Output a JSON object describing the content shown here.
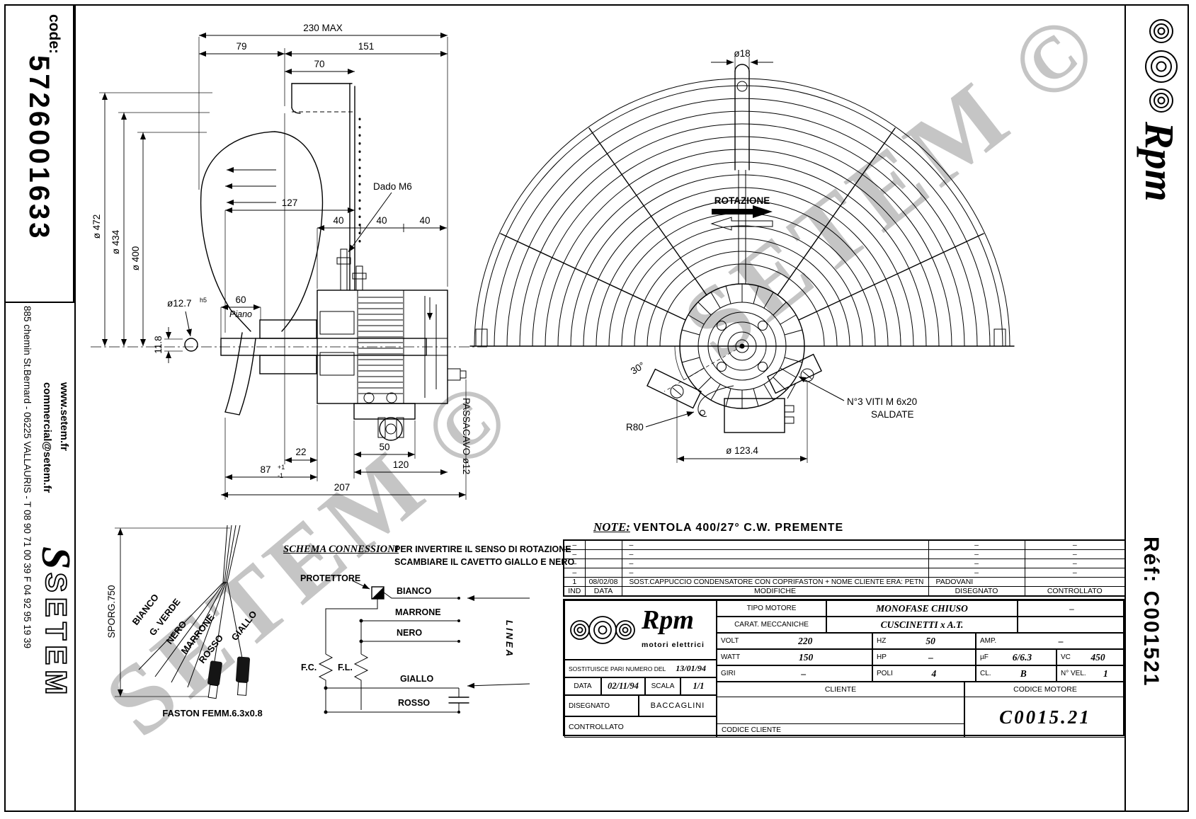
{
  "sidebar_left": {
    "code_label": "code:",
    "code_value": "5726001633",
    "email": "commercial@setem.fr",
    "website": "www.setem.fr",
    "address": "885 chemin St.Bernard  -  06225 VALLAURIS  -  T 08 90 71 00 39   F 04 92 95 19 39",
    "logo_mark": "S",
    "logo_text": "SETEM"
  },
  "sidebar_right": {
    "logo_text": "Rpm",
    "ref_text": "Réf: C001521"
  },
  "watermark": {
    "text": "SETEM ©"
  },
  "note": {
    "label": "NOTE:",
    "text": "VENTOLA  400/27°  C.W.  PREMENTE"
  },
  "sideview": {
    "dim_230": "230  MAX",
    "dim_79": "79",
    "dim_151": "151",
    "dim_70": "70",
    "dim_127": "127",
    "dim_40a": "40",
    "dim_40b": "40",
    "dim_40c": "40",
    "dim_472": "ø 472",
    "dim_434": "ø 434",
    "dim_400": "ø 400",
    "dim_shaft": "ø12.7",
    "dim_shaft_tol": "h5",
    "dim_60": "60",
    "piano": "Piano",
    "dim_118": "11.8",
    "dado_m6": "Dado M6",
    "dim_22": "22",
    "dim_87": "87",
    "dim_87_tol_plus": "+1",
    "dim_87_tol_minus": "-1",
    "dim_50": "50",
    "dim_120": "120",
    "dim_207": "207",
    "passacavo": "PASSACAVO  ø12"
  },
  "fanview": {
    "dim_18": "ø18",
    "rotazione": "ROTAZIONE",
    "angle_30": "30°",
    "r80": "R80",
    "dim_1234": "ø 123.4",
    "viti_line1": "N°3 VITI M 6x20",
    "viti_line2": "SALDATE"
  },
  "schema": {
    "title": "SCHEMA CONNESSIONI",
    "instruction_line1": "PER INVERTIRE IL SENSO DI ROTAZIONE",
    "instruction_line2": "SCAMBIARE IL CAVETTO GIALLO E NERO",
    "protettore": "PROTETTORE",
    "wire_bianco": "BIANCO",
    "wire_marrone": "MARRONE",
    "wire_nero": "NERO",
    "wire_giallo": "GIALLO",
    "wire_rosso": "ROSSO",
    "fc": "F.C.",
    "fl": "F.L.",
    "linea": "LINEA"
  },
  "wires": {
    "sporg": "SPORG.750",
    "labels": [
      "BIANCO",
      "G. VERDE",
      "NERO",
      "MARRONE",
      "ROSSO",
      "GIALLO"
    ],
    "faston": "FASTON FEMM.6.3x0.8"
  },
  "modifiche": {
    "headers": {
      "ind": "IND",
      "data": "DATA",
      "modifiche": "MODIFICHE",
      "disegnato": "DISEGNATO",
      "controllato": "CONTROLLATO"
    },
    "rows": [
      {
        "ind": "–",
        "data": "",
        "desc": "–",
        "disegnato": "–",
        "controllato": "–"
      },
      {
        "ind": "–",
        "data": "",
        "desc": "–",
        "disegnato": "–",
        "controllato": "–"
      },
      {
        "ind": "–",
        "data": "",
        "desc": "–",
        "disegnato": "–",
        "controllato": "–"
      },
      {
        "ind": "–",
        "data": "",
        "desc": "–",
        "disegnato": "–",
        "controllato": "–"
      },
      {
        "ind": "1",
        "data": "08/02/08",
        "desc": "SOST.CAPPUCCIO CONDENSATORE CON COPRIFASTON + NOME CLIENTE ERA: PETN",
        "disegnato": "PADOVANI",
        "controllato": ""
      }
    ]
  },
  "titleblock": {
    "logo_text": "Rpm",
    "logo_subtitle": "motori elettrici",
    "tipo_motore_label": "TIPO MOTORE",
    "tipo_motore_value": "MONOFASE CHIUSO",
    "tipo_motore_extra": "–",
    "carat_label": "CARAT. MECCANICHE",
    "carat_value": "CUSCINETTI x A.T.",
    "volt_label": "VOLT",
    "volt_value": "220",
    "hz_label": "HZ",
    "hz_value": "50",
    "amp_label": "AMP.",
    "amp_value": "–",
    "watt_label": "WATT",
    "watt_value": "150",
    "hp_label": "HP",
    "hp_value": "–",
    "uf_label": "µF",
    "uf_value": "6/6.3",
    "vc_label": "VC",
    "vc_value": "450",
    "giri_label": "GIRI",
    "giri_value": "–",
    "poli_label": "POLI",
    "poli_value": "4",
    "cl_label": "CL.",
    "cl_value": "B",
    "nvel_label": "N° VEL.",
    "nvel_value": "1",
    "sostituisce_label": "SOSTITUISCE PARI NUMERO DEL",
    "sostituisce_value": "13/01/94",
    "data_label": "DATA",
    "data_value": "02/11/94",
    "scala_label": "SCALA",
    "scala_value": "1/1",
    "disegnato_label": "DISEGNATO",
    "disegnato_value": "BACCAGLINI",
    "controllato_label": "CONTROLLATO",
    "cliente_label": "CLIENTE",
    "codice_motore_label": "CODICE MOTORE",
    "codice_motore_value": "C0015.21",
    "codice_cliente_label": "CODICE CLIENTE"
  }
}
